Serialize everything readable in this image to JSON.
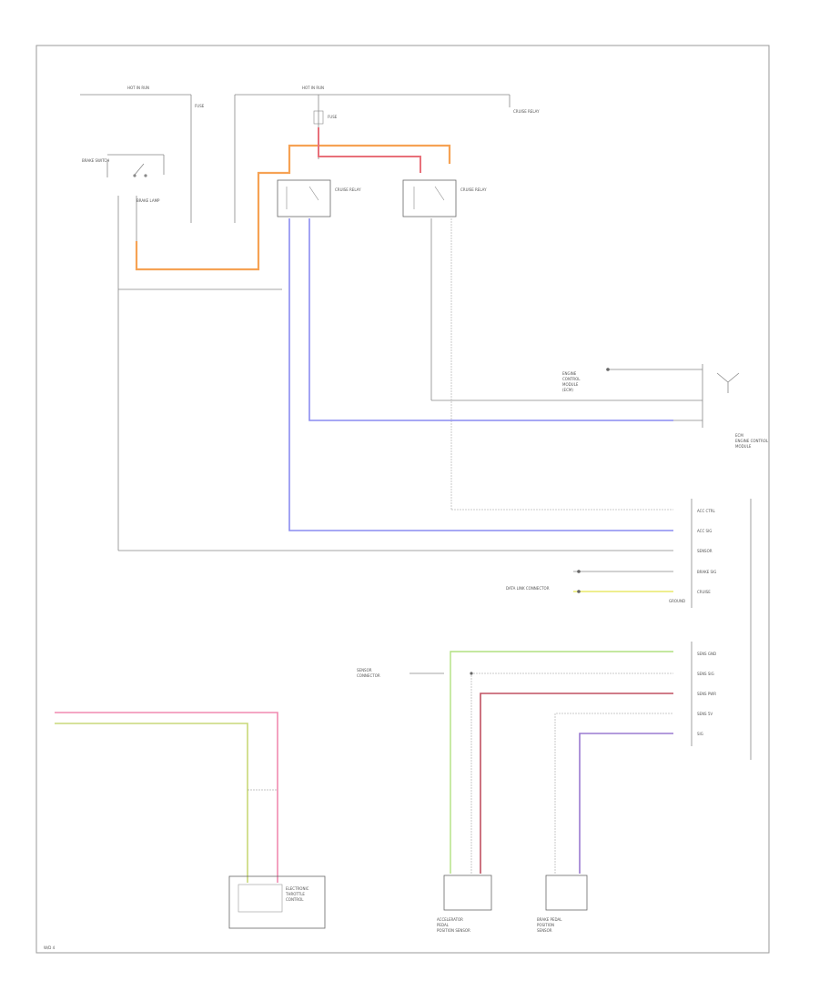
{
  "colors": {
    "border": "#9a9a9a",
    "wire_gray": "#888888",
    "wire_dash": "#bbbbbb",
    "orange": "#f6a254",
    "red": "#e8707a",
    "purple": "#8a8cf0",
    "yellow": "#e8e86a",
    "green": "#b0e080",
    "pink": "#f08ab0",
    "olive": "#c8d878",
    "darkred": "#c05060",
    "violet": "#9a7ad0"
  },
  "labels": {
    "hot_in_run_left": "HOT IN RUN",
    "hot_in_run_center": "HOT IN RUN",
    "fuse_left": "FUSE",
    "fuse_center": "FUSE",
    "brake_switch": "BRAKE SWITCH",
    "brake_lamp": "BRAKE LAMP",
    "cruise_relay": "CRUISE RELAY",
    "cruise_relay_2": "CRUISE RELAY",
    "cruise_relay_3": "CRUISE RELAY",
    "pcm_line1": "ENGINE",
    "pcm_line2": "CONTROL",
    "pcm_line3": "MODULE",
    "pcm_line4": "(ECM)",
    "ecm_bottom_1": "ECM",
    "ecm_bottom_2": "ENGINE CONTROL",
    "ecm_bottom_3": "MODULE",
    "pin_labels": [
      "ACC CTRL",
      "ACC SIG",
      "SENSOR",
      "BRAKE SIG",
      "CRUISE",
      "SENS GND",
      "SENS SIG",
      "SENS PWR",
      "SENS 5V",
      "SIG"
    ],
    "ground": "GROUND",
    "data_link": "DATA LINK CONNECTOR",
    "sensor_left": "SENSOR",
    "connector_left": "CONNECTOR",
    "module_left_1": "ELECTRONIC",
    "module_left_2": "THROTTLE",
    "module_left_3": "CONTROL",
    "sensor_mid_1": "ACCELERATOR",
    "sensor_mid_2": "PEDAL",
    "sensor_mid_3": "POSITION SENSOR",
    "sensor_right_1": "BRAKE PEDAL",
    "sensor_right_2": "POSITION",
    "sensor_right_3": "SENSOR",
    "footer_code": "W/D 4"
  }
}
